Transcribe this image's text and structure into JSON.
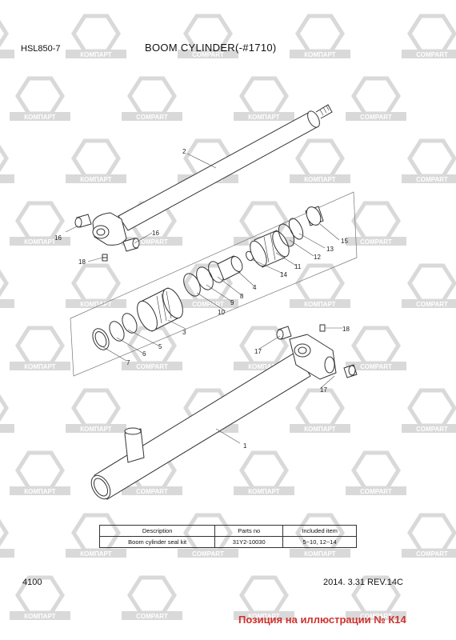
{
  "header": {
    "model": "HSL850-7",
    "title": "BOOM CYLINDER(-#1710)"
  },
  "footer": {
    "page_number": "4100",
    "revision": "2014. 3.31  REV.14C",
    "illustration_note": "Позиция на иллюстрации № К14"
  },
  "watermark": {
    "texts": [
      "COMPART",
      "КОМПАРТ"
    ],
    "color": "#d9d9d9"
  },
  "callouts": [
    "1",
    "2",
    "3",
    "4",
    "5",
    "6",
    "7",
    "8",
    "9",
    "10",
    "11",
    "12",
    "13",
    "14",
    "15",
    "16",
    "16",
    "17",
    "17",
    "18",
    "18"
  ],
  "parts_table": {
    "headers": [
      "Description",
      "Parts no",
      "Included item"
    ],
    "rows": [
      [
        "Boom cylinder seal kit",
        "31Y2-10030",
        "5~10, 12~14"
      ]
    ]
  }
}
